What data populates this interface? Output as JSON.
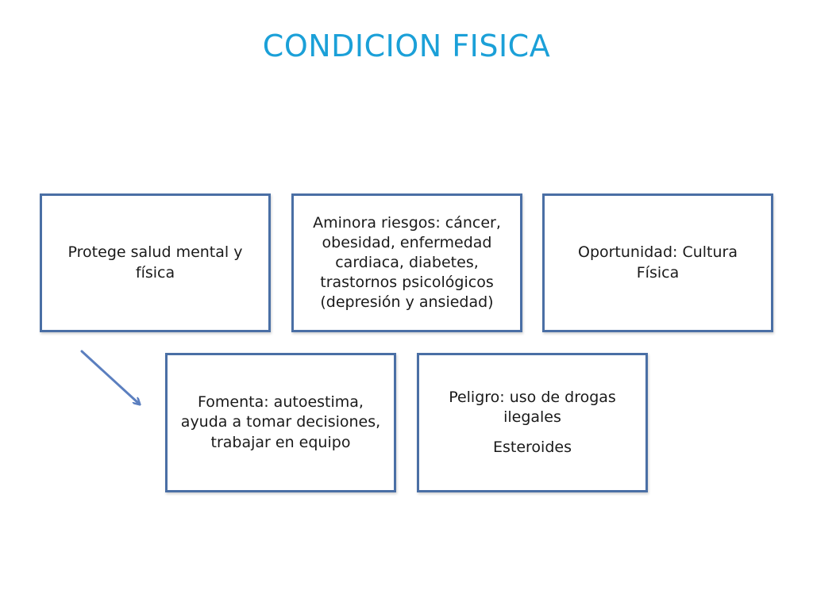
{
  "title": "CONDICION FISICA",
  "colors": {
    "title": "#1ba0d8",
    "box_border": "#4a6fa5",
    "arrow": "#5b7fbf"
  },
  "boxes": {
    "salud": {
      "lines": [
        "Protege salud mental y física"
      ]
    },
    "riesgos": {
      "lines": [
        "Aminora riesgos: cáncer, obesidad, enfermedad cardiaca, diabetes, trastornos psicológicos (depresión y ansiedad)"
      ]
    },
    "oportunidad": {
      "lines": [
        "Oportunidad: Cultura Física"
      ]
    },
    "fomenta": {
      "lines": [
        "Fomenta: autoestima, ayuda a tomar decisiones, trabajar en equipo"
      ]
    },
    "peligro": {
      "lines": [
        "Peligro: uso de drogas ilegales",
        "Esteroides"
      ]
    }
  },
  "arrow_icon": "arrow-down-right-icon"
}
